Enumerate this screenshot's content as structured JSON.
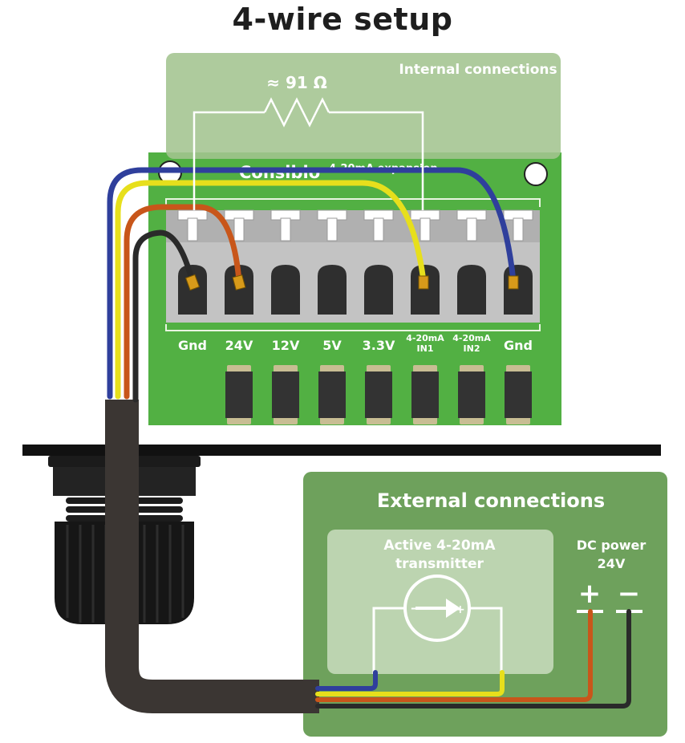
{
  "title": "4-wire setup",
  "internal": {
    "title": "Internal connections",
    "resistor_label": "≈ 91 Ω"
  },
  "board": {
    "brand": "Consiblo",
    "subtitle": "4-20mA expansion",
    "terminals": [
      {
        "label": "Gnd"
      },
      {
        "label": "24V"
      },
      {
        "label": "12V"
      },
      {
        "label": "5V"
      },
      {
        "label": "3.3V"
      },
      {
        "label": "4-20mA",
        "sub": "IN1"
      },
      {
        "label": "4-20mA",
        "sub": "IN2"
      },
      {
        "label": "Gnd"
      }
    ]
  },
  "external": {
    "title": "External connections",
    "transmitter_line1": "Active 4-20mA",
    "transmitter_line2": "transmitter",
    "power_line1": "DC power",
    "power_line2": "24V",
    "plus": "+",
    "minus": "−"
  },
  "colors": {
    "board": "#52b043",
    "internal_box": "#a3c48f",
    "external_box": "#6ea15c",
    "wire_blue": "#2f3f9c",
    "wire_yellow": "#e7df1c",
    "wire_orange": "#c8561a",
    "wire_black": "#2a2a2a",
    "cable": "#3b3633",
    "terminal_block": "#c3c3c3"
  }
}
